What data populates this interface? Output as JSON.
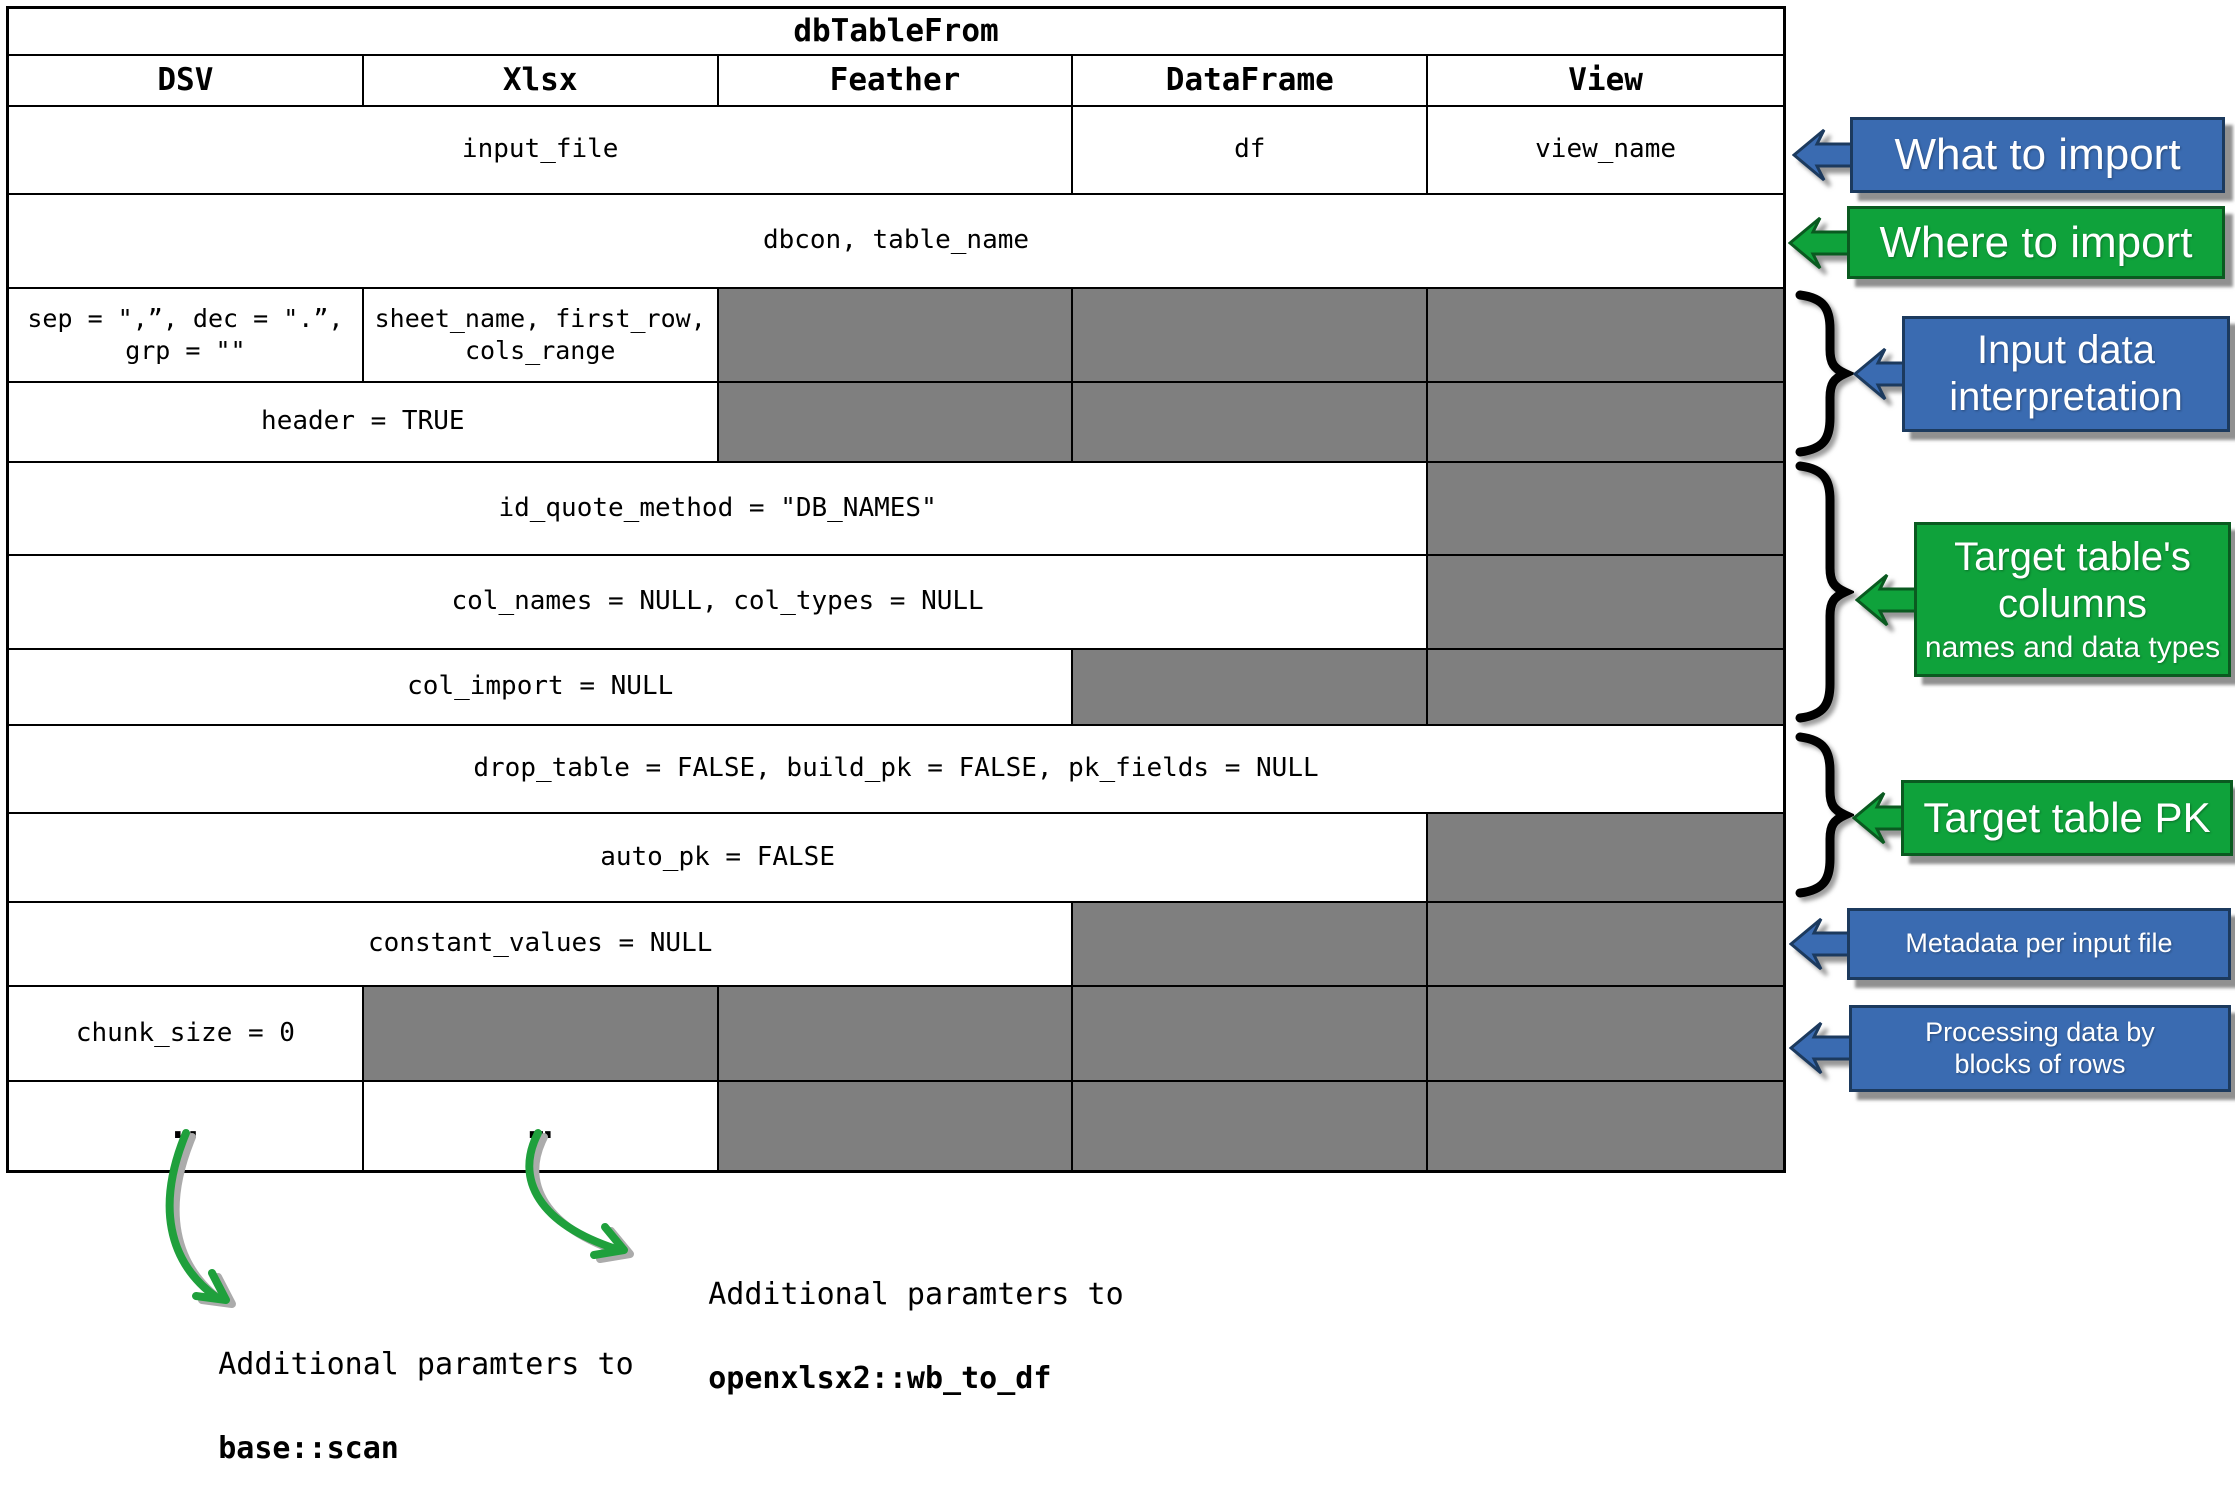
{
  "table": {
    "title": "dbTableFrom",
    "columns": [
      "DSV",
      "Xlsx",
      "Feather",
      "DataFrame",
      "View"
    ],
    "rows": [
      {
        "cells": [
          {
            "span": 3,
            "text": "input_file"
          },
          {
            "span": 1,
            "text": "df"
          },
          {
            "span": 1,
            "text": "view_name"
          }
        ]
      },
      {
        "cells": [
          {
            "span": 5,
            "text": "dbcon, table_name"
          }
        ]
      },
      {
        "cells": [
          {
            "span": 1,
            "text": "sep = \",”, dec = \".”,\ngrp = \"\"",
            "small": true
          },
          {
            "span": 1,
            "text": "sheet_name, first_row,\ncols_range",
            "small": true
          },
          {
            "span": 1,
            "na": true
          },
          {
            "span": 1,
            "na": true
          },
          {
            "span": 1,
            "na": true
          }
        ]
      },
      {
        "cells": [
          {
            "span": 2,
            "text": "header = TRUE"
          },
          {
            "span": 1,
            "na": true
          },
          {
            "span": 1,
            "na": true
          },
          {
            "span": 1,
            "na": true
          }
        ]
      },
      {
        "cells": [
          {
            "span": 4,
            "text": "id_quote_method = \"DB_NAMES\""
          },
          {
            "span": 1,
            "na": true
          }
        ]
      },
      {
        "cells": [
          {
            "span": 4,
            "text": "col_names = NULL, col_types = NULL"
          },
          {
            "span": 1,
            "na": true
          }
        ]
      },
      {
        "cells": [
          {
            "span": 3,
            "text": "col_import = NULL"
          },
          {
            "span": 1,
            "na": true
          },
          {
            "span": 1,
            "na": true
          }
        ]
      },
      {
        "cells": [
          {
            "span": 5,
            "text": "drop_table = FALSE, build_pk = FALSE, pk_fields = NULL"
          }
        ]
      },
      {
        "cells": [
          {
            "span": 4,
            "text": "auto_pk = FALSE"
          },
          {
            "span": 1,
            "na": true
          }
        ]
      },
      {
        "cells": [
          {
            "span": 3,
            "text": "constant_values = NULL"
          },
          {
            "span": 1,
            "na": true
          },
          {
            "span": 1,
            "na": true
          }
        ]
      },
      {
        "cells": [
          {
            "span": 1,
            "text": "chunk_size = 0"
          },
          {
            "span": 1,
            "na": true
          },
          {
            "span": 1,
            "na": true
          },
          {
            "span": 1,
            "na": true
          },
          {
            "span": 1,
            "na": true
          }
        ]
      },
      {
        "cells": [
          {
            "span": 1,
            "text": "…",
            "ellipsis": true
          },
          {
            "span": 1,
            "text": "…",
            "ellipsis": true
          },
          {
            "span": 1,
            "na": true
          },
          {
            "span": 1,
            "na": true
          },
          {
            "span": 1,
            "na": true
          }
        ]
      }
    ]
  },
  "callouts": [
    {
      "label": "What to import",
      "color": "blue",
      "connector": "arrow"
    },
    {
      "label": "Where to import",
      "color": "green",
      "connector": "arrow"
    },
    {
      "label": "Input data\ninterpretation",
      "color": "blue",
      "connector": "brace"
    },
    {
      "label": "Target table's\ncolumns",
      "sublabel": "names and data types",
      "color": "green",
      "connector": "brace"
    },
    {
      "label": "Target table PK",
      "color": "green",
      "connector": "brace"
    },
    {
      "label": "Metadata per input file",
      "color": "blue",
      "connector": "arrow"
    },
    {
      "label": "Processing data by\nblocks of rows",
      "color": "blue",
      "connector": "arrow"
    }
  ],
  "footnotes": [
    {
      "line1": "Additional paramters to",
      "line2": "base::scan"
    },
    {
      "line1": "Additional paramters to",
      "line2": "openxlsx2::wb_to_df"
    }
  ],
  "colors": {
    "blue": "#3A6BB1",
    "blue_border": "#1C3A5E",
    "green": "#0FA23B",
    "green_border": "#0A5A20",
    "na_cell": "#7F7F7F",
    "shadow": "#8F8F8F",
    "grid": "#000000",
    "arrow_green": "#1FA03C"
  }
}
